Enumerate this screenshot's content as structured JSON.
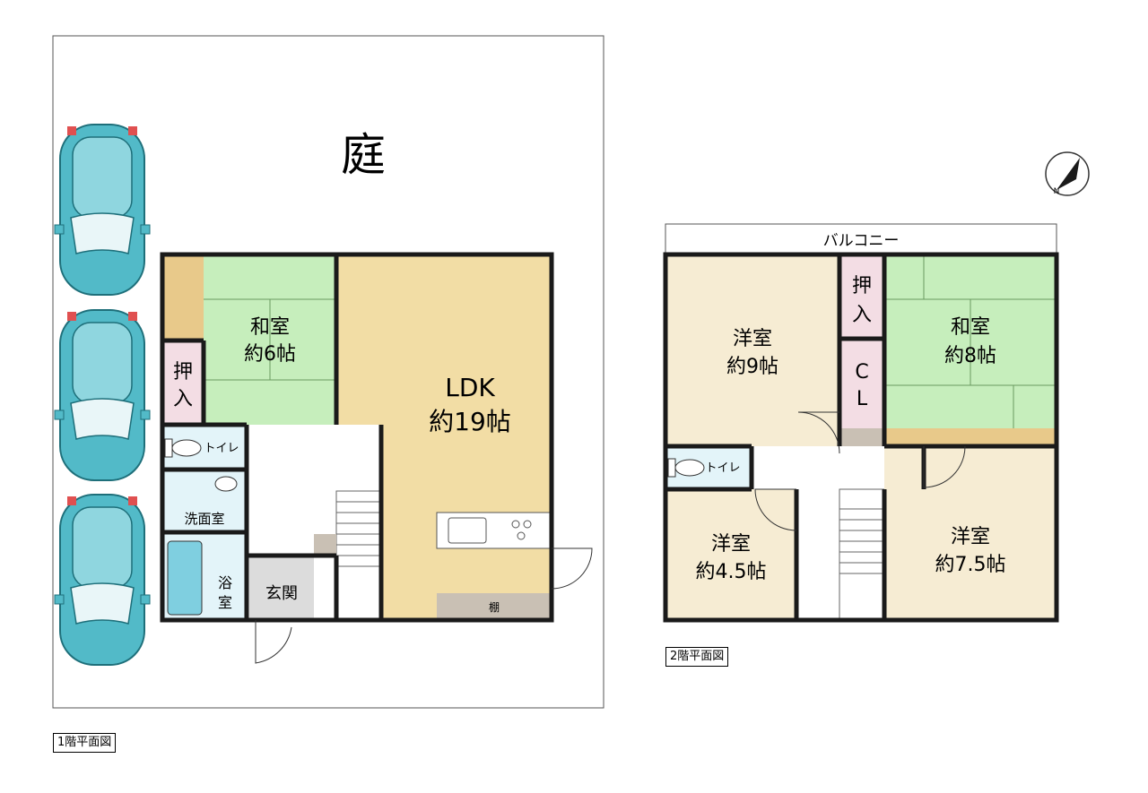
{
  "floor1": {
    "garden": "庭",
    "washitsu_label": "和室",
    "washitsu_size": "約6帖",
    "oshiire_1": "押",
    "oshiire_2": "入",
    "ldk_label": "LDK",
    "ldk_size": "約19帖",
    "toilet": "トイレ",
    "washroom": "洗面室",
    "bath_1": "浴",
    "bath_2": "室",
    "entrance": "玄関",
    "shelf": "棚",
    "floor_tag": "1階平面図"
  },
  "floor2": {
    "balcony": "バルコニー",
    "youshitsu_label": "洋室",
    "youshitsu9_size": "約9帖",
    "oshiire_1": "押",
    "oshiire_2": "入",
    "cl_1": "C",
    "cl_2": "L",
    "washitsu_label": "和室",
    "washitsu8_size": "約8帖",
    "toilet": "トイレ",
    "youshitsu45_size": "約4.5帖",
    "youshitsu75_size": "約7.5帖",
    "floor_tag": "2階平面図"
  },
  "compass_letter": "N",
  "colors": {
    "tatami": "#c6eebc",
    "oshiire": "#f3dde4",
    "ldk_floor": "#f2dda5",
    "toko": "#e8c98a",
    "wet_area": "#e3f4f9",
    "western_room": "#f6ecd3",
    "entrance_tile": "#dcdcdc",
    "shelf": "#c9c0b4",
    "car": "#52bac8",
    "wall": "#1a1a1a"
  }
}
